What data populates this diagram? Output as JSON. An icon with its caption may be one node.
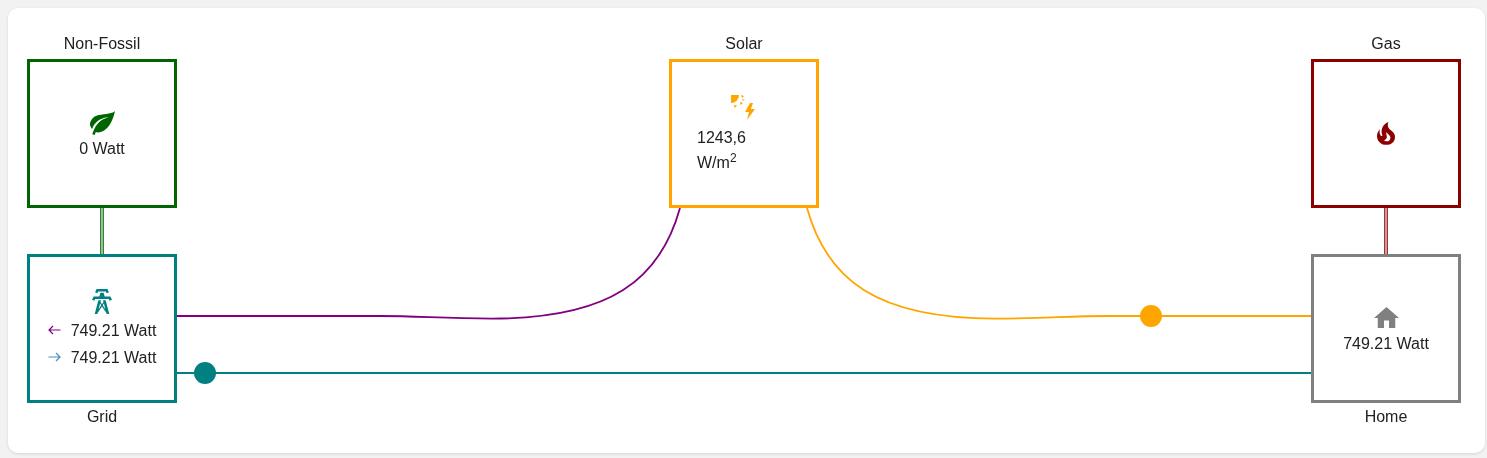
{
  "diagram": {
    "nodes": [
      {
        "text": [
          "Non-Fossil",
          "0 Watt"
        ]
      },
      {
        "text": [
          "Solar",
          "1243,6 W/m$^{2}$"
        ]
      },
      {
        "text": [
          "Gas"
        ]
      },
      {
        "text": [
          "749.21 Watt",
          "749.21 Watt",
          "Grid"
        ]
      },
      {
        "text": [
          "749.21 Watt",
          "Home"
        ]
      }
    ],
    "edges": [
      {
        "from": 0,
        "to": 3,
        "arrow": "none",
        "color": "#006400"
      },
      {
        "from": 1,
        "to": 3,
        "arrow": "none",
        "color": "#800080"
      },
      {
        "from": 1,
        "to": 4,
        "arrow": "none",
        "color": "#ffa500"
      },
      {
        "from": 2,
        "to": 4,
        "arrow": "none",
        "color": "#8b0000"
      },
      {
        "from": 3,
        "to": 4,
        "arrow": "none",
        "color": "#008080"
      }
    ]
  }
}
